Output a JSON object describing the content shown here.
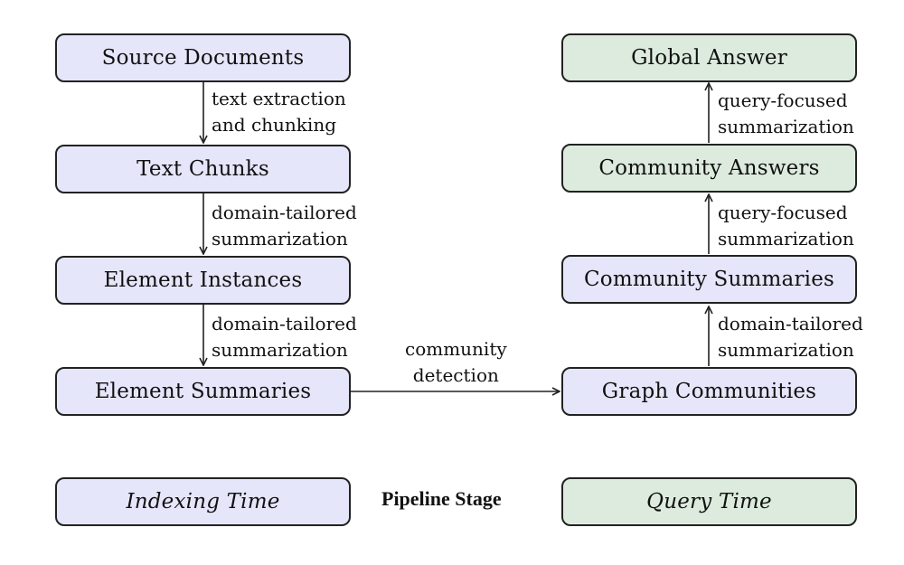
{
  "stages": {
    "source_documents": "Source Documents",
    "text_chunks": "Text Chunks",
    "element_instances": "Element Instances",
    "element_summaries": "Element Summaries",
    "graph_communities": "Graph Communities",
    "community_summaries": "Community Summaries",
    "community_answers": "Community Answers",
    "global_answer": "Global Answer"
  },
  "edges": {
    "extraction": [
      "text extraction",
      "and chunking"
    ],
    "tailored_1": [
      "domain-tailored",
      "summarization"
    ],
    "tailored_2": [
      "domain-tailored",
      "summarization"
    ],
    "detection": [
      "community",
      "detection"
    ],
    "tailored_3": [
      "domain-tailored",
      "summarization"
    ],
    "query_focused_1": [
      "query-focused",
      "summarization"
    ],
    "query_focused_2": [
      "query-focused",
      "summarization"
    ]
  },
  "legend": {
    "indexing": "Indexing Time",
    "title": "Pipeline Stage",
    "query": "Query Time"
  },
  "colors": {
    "indexing_fill": "#e5e6fa",
    "query_fill": "#dcebdd"
  }
}
